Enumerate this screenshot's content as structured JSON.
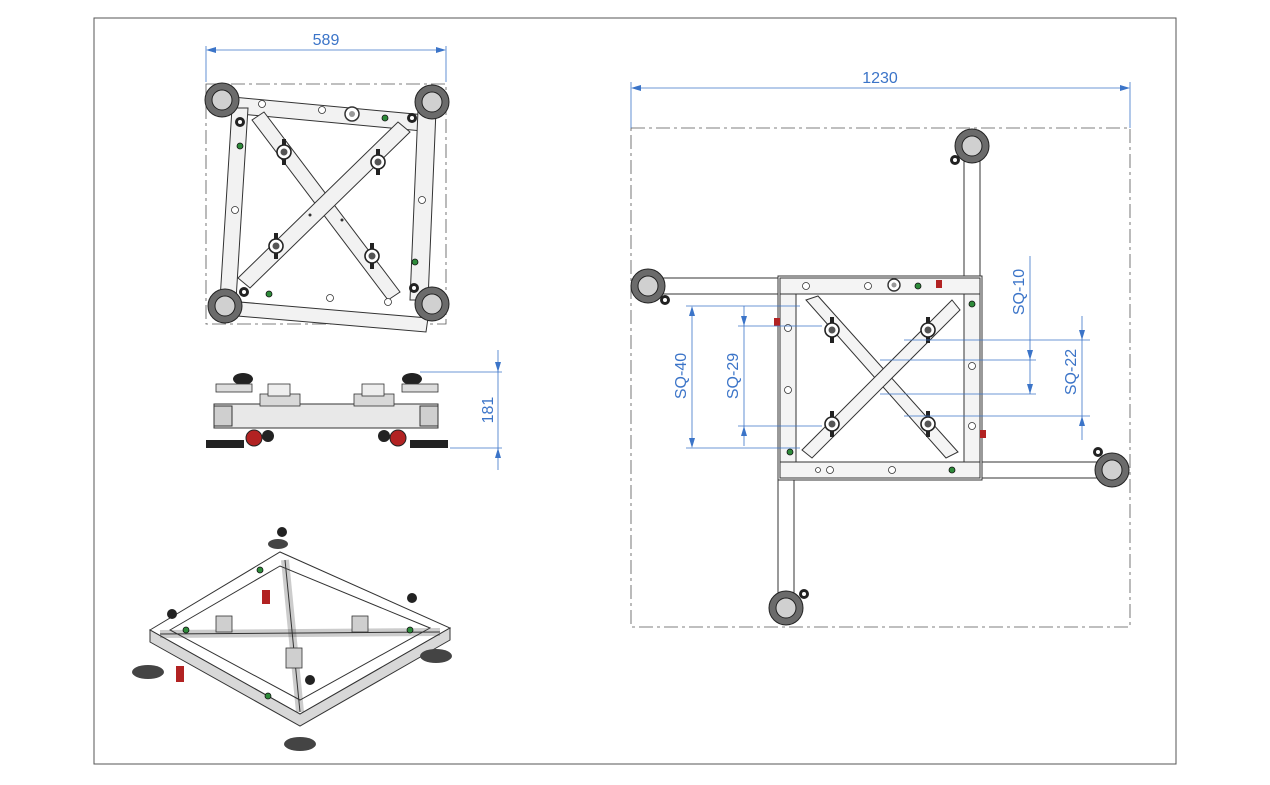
{
  "drawing": {
    "dimensions": {
      "top_view_width": "589",
      "side_view_height": "181",
      "extended_view_width": "1230",
      "square_10": "SQ-10",
      "square_22": "SQ-22",
      "square_29": "SQ-29",
      "square_40": "SQ-40"
    },
    "colors": {
      "dimension_line": "#3b74c8",
      "frame_line": "#444444",
      "steel_fill": "#e8e8e8",
      "caster_fill": "#6b6b6b",
      "wheel_red": "#b22222",
      "green_marker": "#2e8b3a"
    }
  }
}
